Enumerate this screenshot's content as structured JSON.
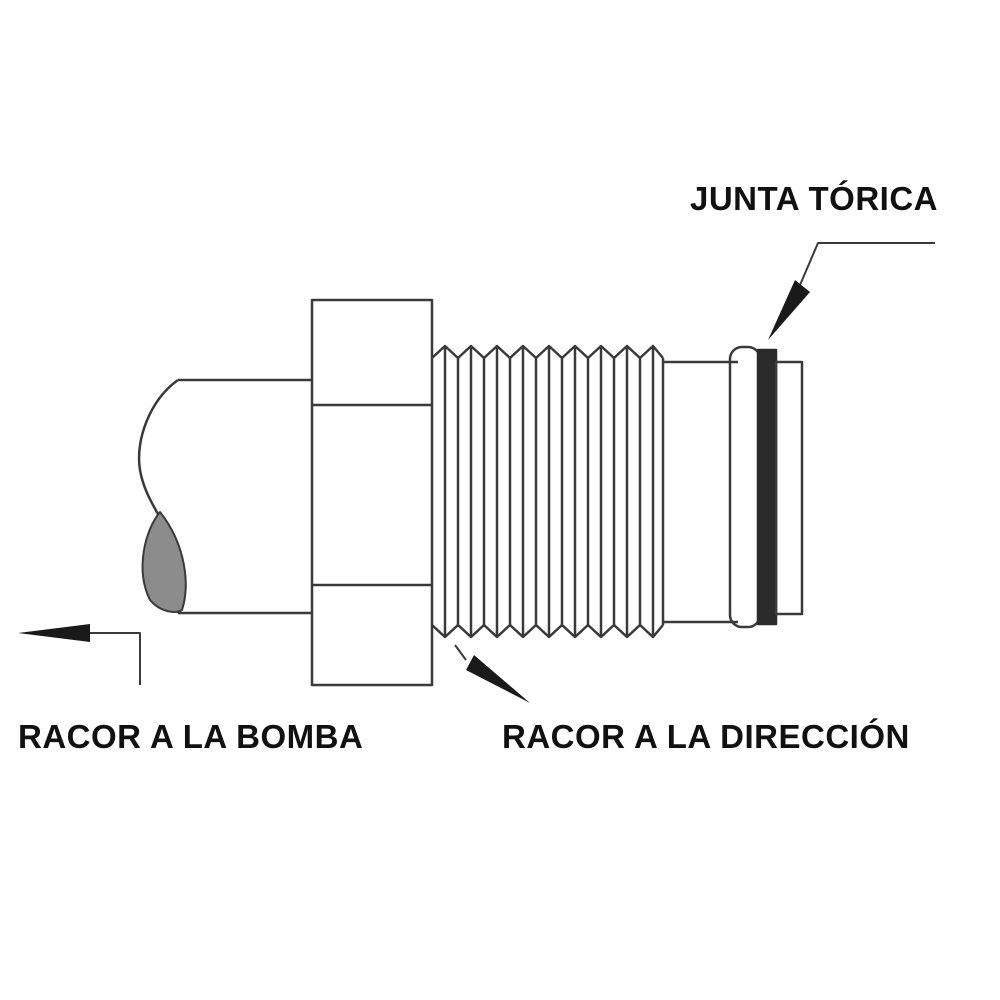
{
  "labels": {
    "o_ring": "JUNTA TÓRICA",
    "pump_fitting": "RACOR A LA BOMBA",
    "steering_fitting": "RACOR A LA DIRECCIÓN"
  },
  "colors": {
    "line": "#3a3a3a",
    "o_ring_fill": "#2b2b2b",
    "cut_fill": "#8c8c8c",
    "text": "#111111"
  },
  "icons": [
    "arrow-left-icon",
    "arrow-pointer-icon"
  ]
}
